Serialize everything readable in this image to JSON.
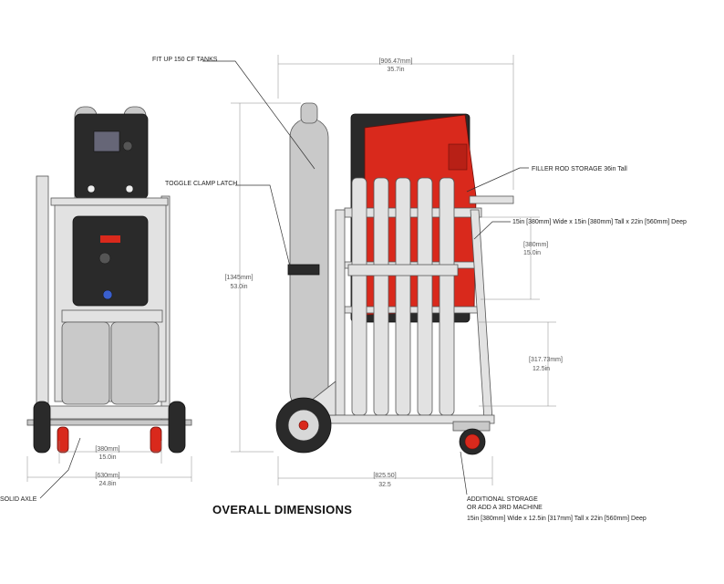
{
  "title": "OVERALL DIMENSIONS",
  "callouts": {
    "fit_up": "FIT UP 150 CF TANKS",
    "toggle_clamp": "TOGGLE CLAMP LATCH",
    "filler_rod": "FILLER ROD STORAGE 36in Tall",
    "top_shelf": "15in [380mm] Wide x 15in [380mm] Tall x 22in [560mm] Deep",
    "solid_axle": "SOLID AXLE",
    "additional_1": "ADDITIONAL STORAGE",
    "additional_2": "OR ADD A 3RD MACHINE",
    "additional_3": "15in [380mm] Wide x 12.5in [317mm] Tall x 22in [560mm] Deep"
  },
  "dimensions": {
    "overall_width_mm": "[906.47mm]",
    "overall_width_in": "35.7in",
    "height_mm": "[1345mm]",
    "height_in": "53.0in",
    "shelf_height_mm": "[380mm]",
    "shelf_height_in": "15.0in",
    "lower_shelf_mm": "[317.73mm]",
    "lower_shelf_in": "12.5in",
    "depth_mm": "[825.50]",
    "depth_in": "32.5",
    "front_inner_mm": "[380mm]",
    "front_inner_in": "15.0in",
    "front_width_mm": "[630mm]",
    "front_width_in": "24.8in"
  }
}
